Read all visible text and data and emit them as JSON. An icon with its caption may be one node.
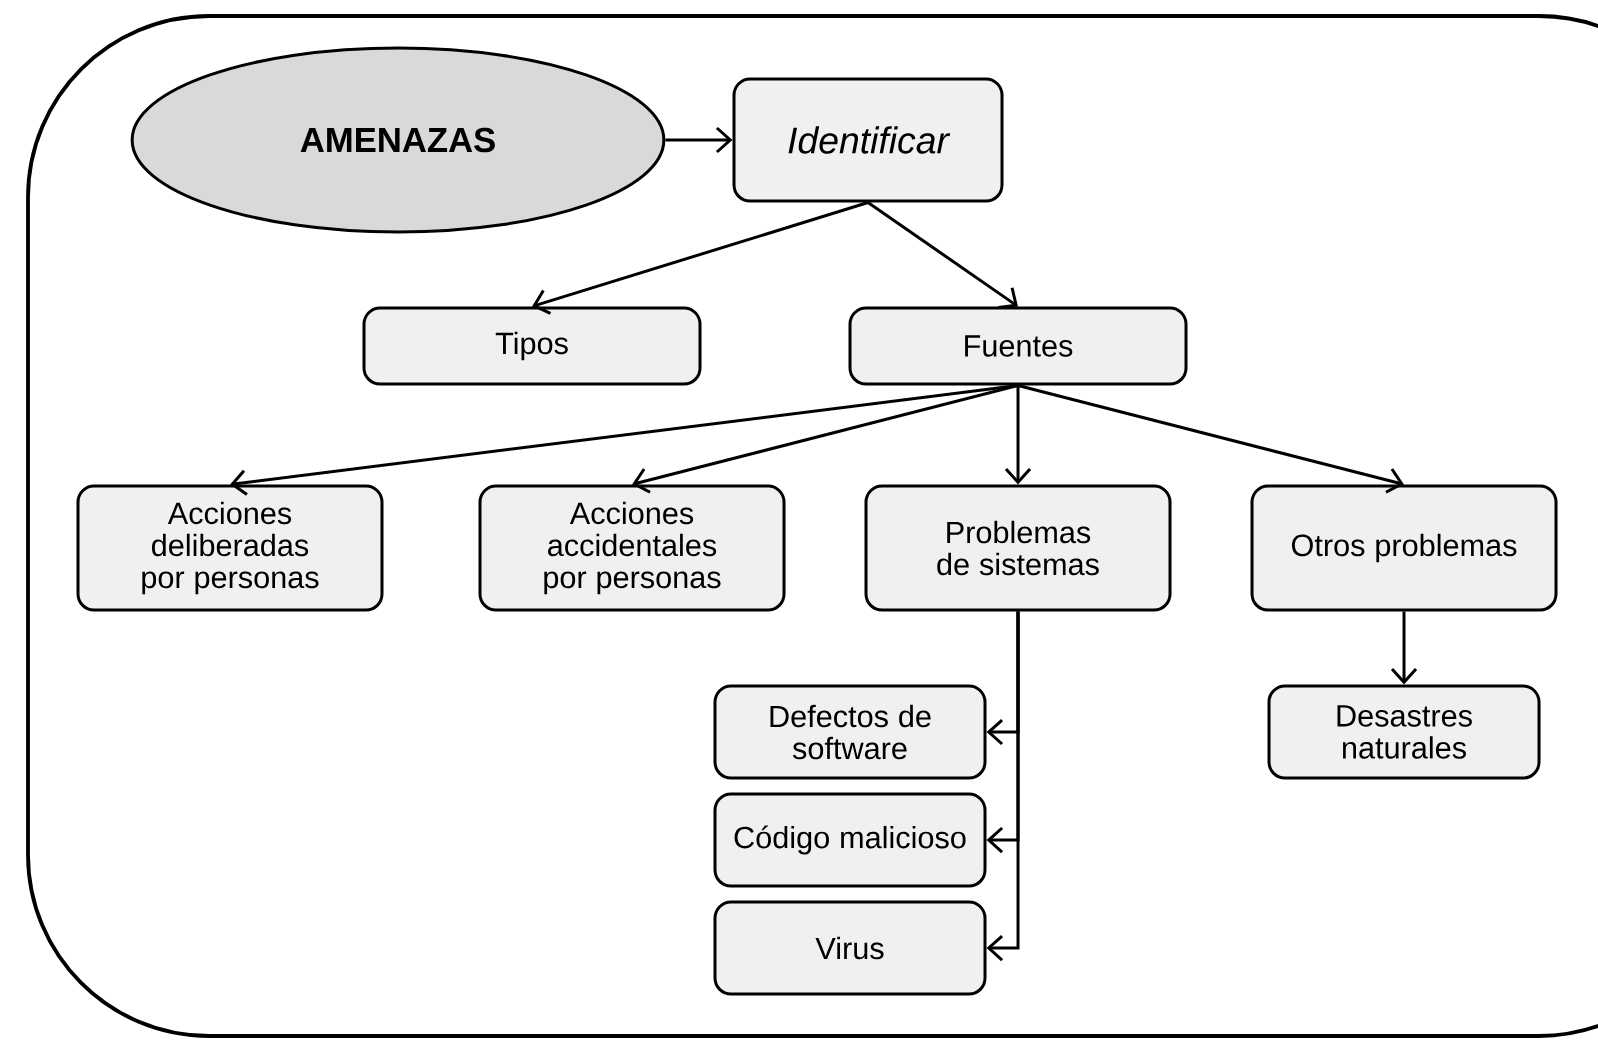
{
  "diagram": {
    "nodes": [
      {
        "text": [
          "AMENAZAS"
        ]
      },
      {
        "text": [
          "Identificar"
        ]
      },
      {
        "text": [
          "Tipos"
        ]
      },
      {
        "text": [
          "Fuentes"
        ]
      },
      {
        "text": [
          "Acciones deliberadas por personas"
        ]
      },
      {
        "text": [
          "Acciones accidentales por personas"
        ]
      },
      {
        "text": [
          "Problemas de sistemas"
        ]
      },
      {
        "text": [
          "Otros problemas"
        ]
      },
      {
        "text": [
          "Defectos de software"
        ]
      },
      {
        "text": [
          "Código malicioso"
        ]
      },
      {
        "text": [
          "Virus"
        ]
      },
      {
        "text": [
          "Desastres naturales"
        ]
      }
    ],
    "edges": [
      {
        "from": 0,
        "to": 1,
        "arrow": "to"
      },
      {
        "from": 1,
        "to": 2,
        "arrow": "to"
      },
      {
        "from": 1,
        "to": 3,
        "arrow": "to"
      },
      {
        "from": 3,
        "to": 4,
        "arrow": "to"
      },
      {
        "from": 3,
        "to": 5,
        "arrow": "to"
      },
      {
        "from": 3,
        "to": 6,
        "arrow": "to"
      },
      {
        "from": 3,
        "to": 7,
        "arrow": "to"
      },
      {
        "from": 6,
        "to": 8,
        "arrow": "to"
      },
      {
        "from": 6,
        "to": 9,
        "arrow": "to"
      },
      {
        "from": 6,
        "to": 10,
        "arrow": "to"
      },
      {
        "from": 7,
        "to": 11,
        "arrow": "to"
      }
    ]
  }
}
